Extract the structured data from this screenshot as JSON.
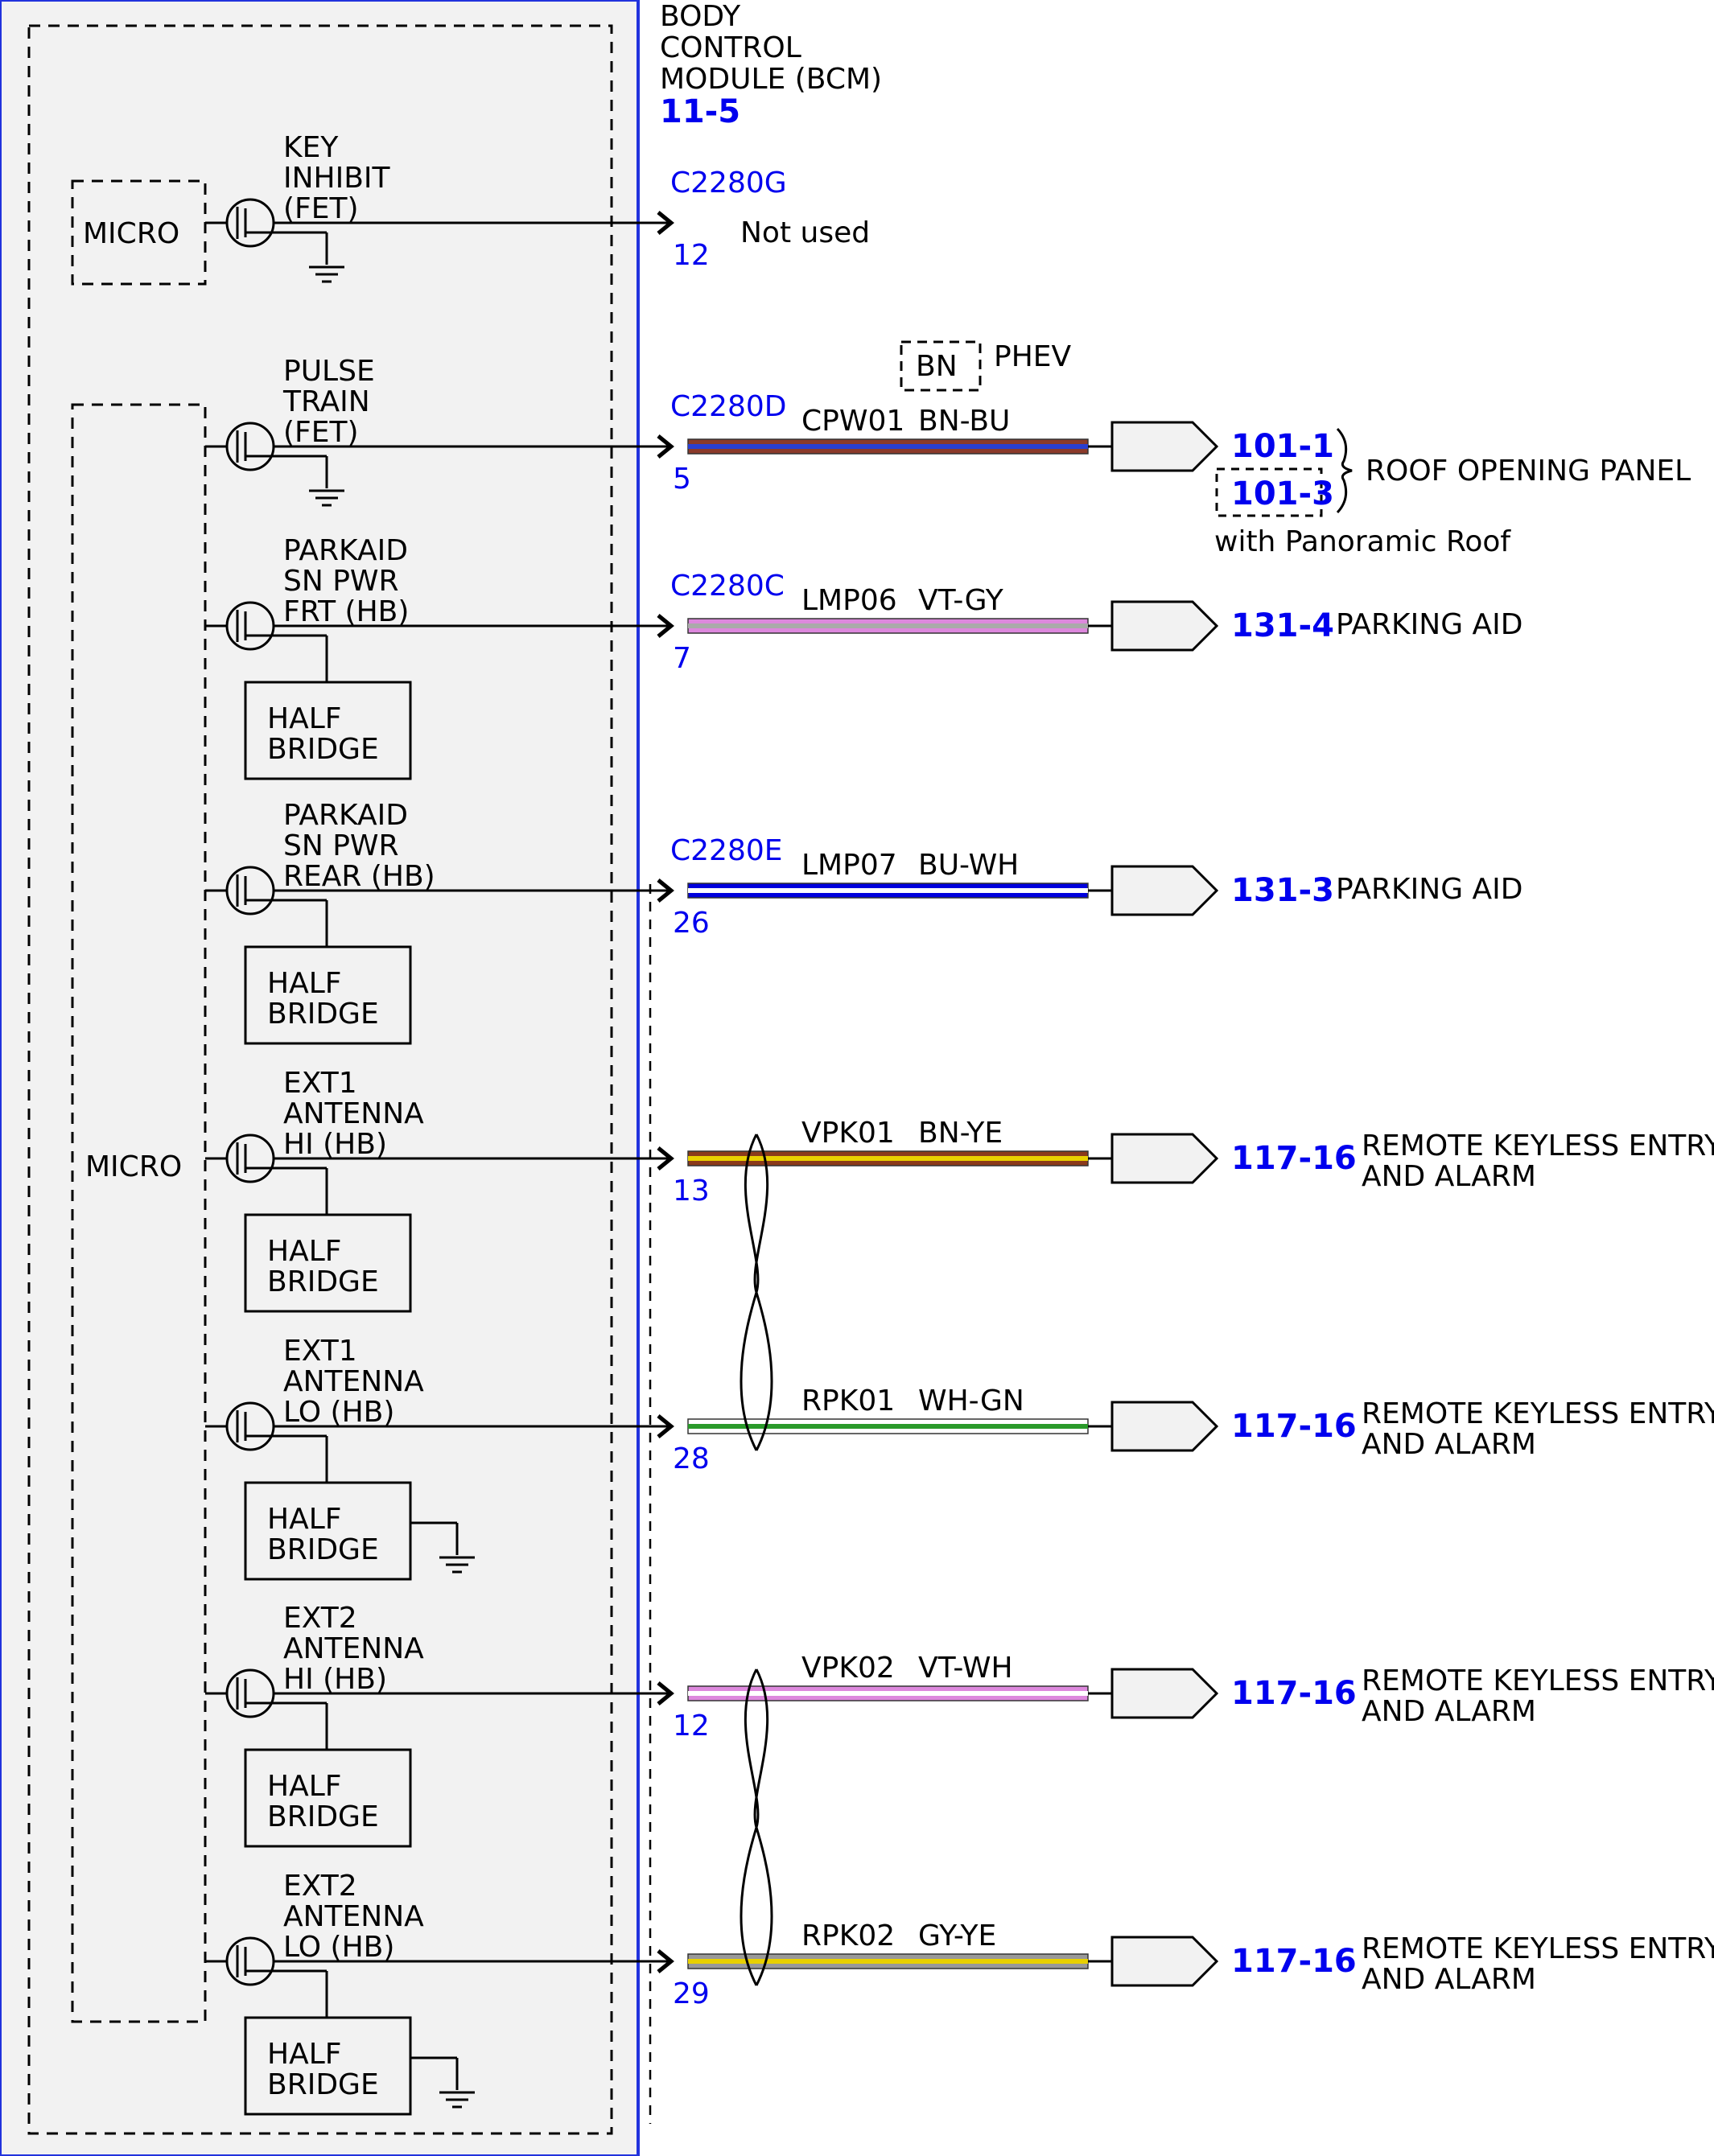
{
  "module": {
    "title_lines": [
      "BODY",
      "CONTROL",
      "MODULE (BCM)"
    ],
    "ref": "11-5"
  },
  "micro_labels": [
    "MICRO",
    "MICRO"
  ],
  "half_bridge_lines": [
    "HALF",
    "BRIDGE"
  ],
  "phev_box": {
    "text": "BN",
    "label": "PHEV"
  },
  "circuits": [
    {
      "id": "key-inhibit",
      "driver_lines": [
        "KEY",
        "INHIBIT",
        "(FET)"
      ],
      "connector": "C2280G",
      "pin": "12",
      "circuit": "",
      "color": "",
      "destination": "",
      "destination_label": [],
      "note": "Not used",
      "wire_colors": []
    },
    {
      "id": "pulse-train",
      "driver_lines": [
        "PULSE",
        "TRAIN",
        "(FET)"
      ],
      "connector": "C2280D",
      "pin": "5",
      "circuit": "CPW01",
      "color": "BN-BU",
      "destination": "101-1",
      "destination_alt": "101-3",
      "destination_label": [
        "ROOF OPENING PANEL"
      ],
      "note": "with Panoramic Roof",
      "wire_colors": [
        "#8b3a2a",
        "#2a3fd0"
      ]
    },
    {
      "id": "parkaid-frt",
      "driver_lines": [
        "PARKAID",
        "SN PWR",
        "FRT (HB)"
      ],
      "connector": "C2280C",
      "pin": "7",
      "circuit": "LMP06",
      "color": "VT-GY",
      "destination": "131-4",
      "destination_label": [
        "PARKING AID"
      ],
      "note": "",
      "wire_colors": [
        "#dd88dd",
        "#aaaaaa"
      ]
    },
    {
      "id": "parkaid-rear",
      "driver_lines": [
        "PARKAID",
        "SN PWR",
        "REAR (HB)"
      ],
      "connector": "C2280E",
      "pin": "26",
      "circuit": "LMP07",
      "color": "BU-WH",
      "destination": "131-3",
      "destination_label": [
        "PARKING AID"
      ],
      "note": "",
      "wire_colors": [
        "#0000dd",
        "#ffffff"
      ]
    },
    {
      "id": "ext1-hi",
      "driver_lines": [
        "EXT1",
        "ANTENNA",
        "HI (HB)"
      ],
      "connector": "",
      "pin": "13",
      "circuit": "VPK01",
      "color": "BN-YE",
      "destination": "117-16",
      "destination_label": [
        "REMOTE KEYLESS ENTRY",
        "AND ALARM"
      ],
      "note": "",
      "wire_colors": [
        "#8b3a1a",
        "#e8d000"
      ]
    },
    {
      "id": "ext1-lo",
      "driver_lines": [
        "EXT1",
        "ANTENNA",
        "LO (HB)"
      ],
      "connector": "",
      "pin": "28",
      "circuit": "RPK01",
      "color": "WH-GN",
      "destination": "117-16",
      "destination_label": [
        "REMOTE KEYLESS ENTRY",
        "AND ALARM"
      ],
      "note": "",
      "wire_colors": [
        "#ffffff",
        "#2a9a2a"
      ]
    },
    {
      "id": "ext2-hi",
      "driver_lines": [
        "EXT2",
        "ANTENNA",
        "HI (HB)"
      ],
      "connector": "",
      "pin": "12",
      "circuit": "VPK02",
      "color": "VT-WH",
      "destination": "117-16",
      "destination_label": [
        "REMOTE KEYLESS ENTRY",
        "AND ALARM"
      ],
      "note": "",
      "wire_colors": [
        "#dd88dd",
        "#ffffff"
      ]
    },
    {
      "id": "ext2-lo",
      "driver_lines": [
        "EXT2",
        "ANTENNA",
        "LO (HB)"
      ],
      "connector": "",
      "pin": "29",
      "circuit": "RPK02",
      "color": "GY-YE",
      "destination": "117-16",
      "destination_label": [
        "REMOTE KEYLESS ENTRY",
        "AND ALARM"
      ],
      "note": "",
      "wire_colors": [
        "#999999",
        "#e8d000"
      ]
    }
  ]
}
